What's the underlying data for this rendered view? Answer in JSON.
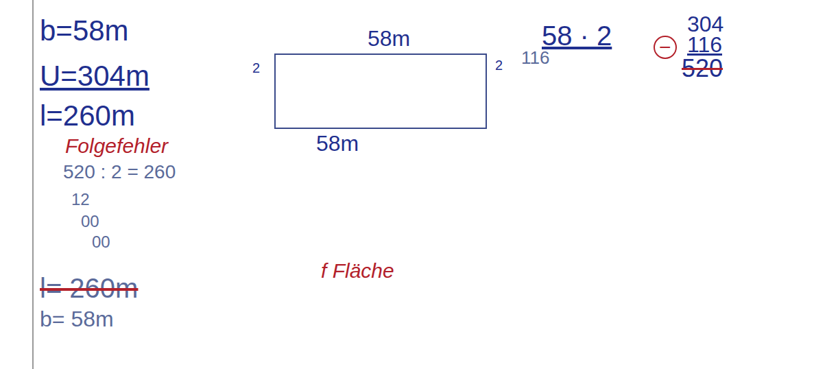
{
  "diagram": {
    "nodes": [
      {
        "text": [
          "58m",
          "58m"
        ]
      }
    ],
    "labels": [
      "b=58m",
      "U=304m",
      "l=260m",
      "Folgefehler",
      "520 : 2 = 260",
      "12",
      "00",
      "00",
      "l= 260m",
      "b= 58m",
      "f Fläche",
      "2",
      "2",
      "58 · 2",
      "116",
      "−",
      "304",
      "116",
      "520"
    ]
  }
}
